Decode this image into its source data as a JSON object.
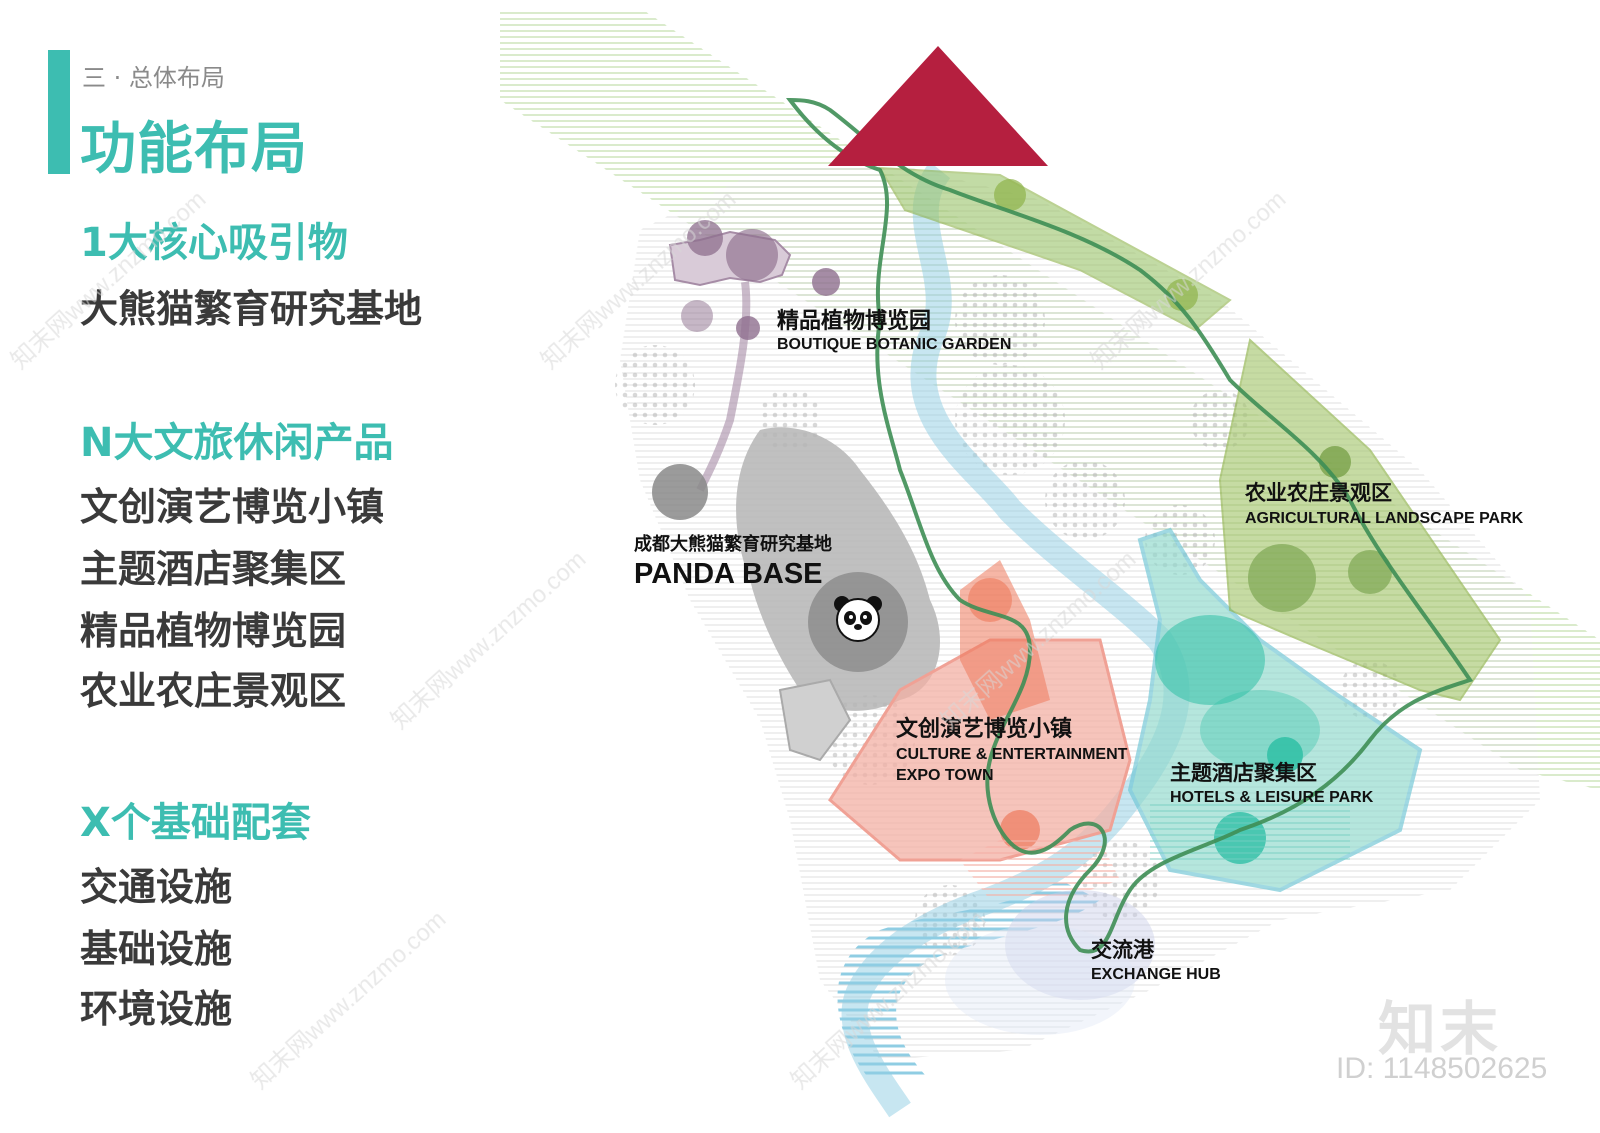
{
  "header": {
    "section_label": "三 · 总体布局",
    "page_title": "功能布局"
  },
  "groups": [
    {
      "heading": "1大核心吸引物",
      "items": [
        "大熊猫繁育研究基地"
      ]
    },
    {
      "heading": "N大文旅休闲产品",
      "items": [
        "文创演艺博览小镇",
        "主题酒店聚集区",
        "精品植物博览园",
        "农业农庄景观区"
      ]
    },
    {
      "heading": "X个基础配套",
      "items": [
        "交通设施",
        "基础设施",
        "环境设施"
      ]
    }
  ],
  "map_labels": {
    "botanic_cn": "精品植物博览园",
    "botanic_en": "BOUTIQUE BOTANIC GARDEN",
    "agri_cn": "农业农庄景观区",
    "agri_en": "AGRICULTURAL LANDSCAPE PARK",
    "panda_cn": "成都大熊猫繁育研究基地",
    "panda_en": "PANDA BASE",
    "culture_cn": "文创演艺博览小镇",
    "culture_en1": "CULTURE & ENTERTAINMENT",
    "culture_en2": "EXPO TOWN",
    "hotel_cn": "主题酒店聚集区",
    "hotel_en": "HOTELS & LEISURE PARK",
    "hub_cn": "交流港",
    "hub_en": "EXCHANGE HUB"
  },
  "watermark": {
    "brand": "知末",
    "id": "ID: 1148502625",
    "repeat_text": "知末网www.znzmo.com"
  },
  "colors": {
    "accent": "#3dbdb1",
    "text_dark": "#3a3a3a",
    "north_marker": "#b51f3f",
    "botanic": "#8e6f8e",
    "panda": "#8a8a8a",
    "culture": "#ee7a5c",
    "hotel": "#2fbfa6",
    "agri": "#8fb34a",
    "water": "#8fcde3",
    "route": "#3e8e55"
  },
  "icons": [
    "panda-icon",
    "north-triangle-icon"
  ]
}
